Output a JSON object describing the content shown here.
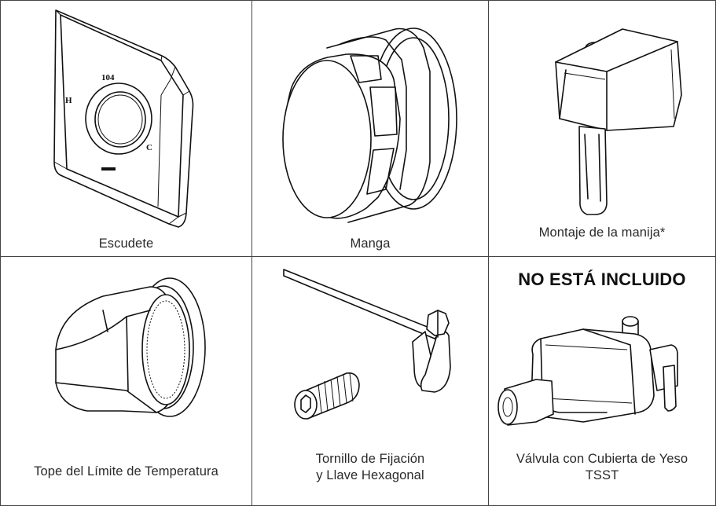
{
  "parts": [
    {
      "id": "escutcheon",
      "caption_lines": [
        "Escudete"
      ],
      "markings": {
        "top": "104",
        "left": "H",
        "right": "C"
      }
    },
    {
      "id": "sleeve",
      "caption_lines": [
        "Manga"
      ]
    },
    {
      "id": "handle",
      "caption_lines": [
        "Montaje de la manija*"
      ]
    },
    {
      "id": "temp-stop",
      "caption_lines": [
        "Tope del Límite de Temperatura"
      ]
    },
    {
      "id": "set-screw",
      "caption_lines": [
        "Tornillo de Fijación",
        "y Llave Hexagonal"
      ]
    },
    {
      "id": "valve",
      "caption_lines": [
        "Válvula con Cubierta de Yeso",
        "TSST"
      ]
    }
  ],
  "not_included_heading": "NO ESTÁ INCLUIDO"
}
